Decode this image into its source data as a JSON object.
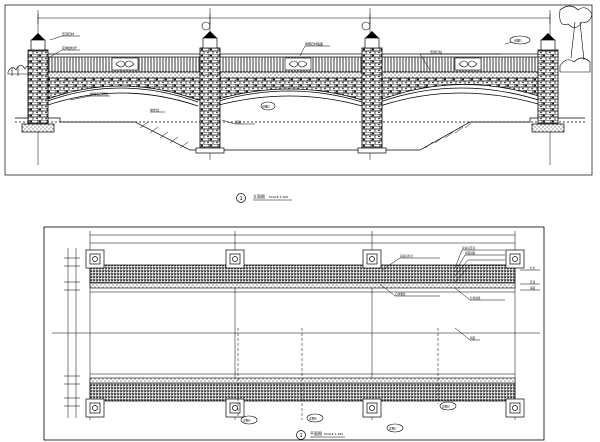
{
  "elevation": {
    "view_number": "1",
    "title": "立面图",
    "scale": "SCALE 1:100",
    "notes": [
      "压顶石材",
      "花岗岩栏杆",
      "拱圈石材贴面",
      "桥墩毛石砌筑",
      "基础",
      "常水位",
      "景观灯柱"
    ],
    "callouts": [
      "详图1",
      "详图2"
    ]
  },
  "plan": {
    "view_number": "1",
    "title": "平面图",
    "scale": "SCALE 1:100",
    "notes_top": [
      "花岗岩栏杆",
      "花岗岩压顶",
      "桥面铺装",
      "石材收边",
      "灯柱基座"
    ],
    "notes_right": [
      "栏杆",
      "压顶",
      "铺装"
    ],
    "deck_note": "桥面",
    "callouts": [
      "详图A",
      "详图B",
      "详图C",
      "详图D"
    ]
  }
}
